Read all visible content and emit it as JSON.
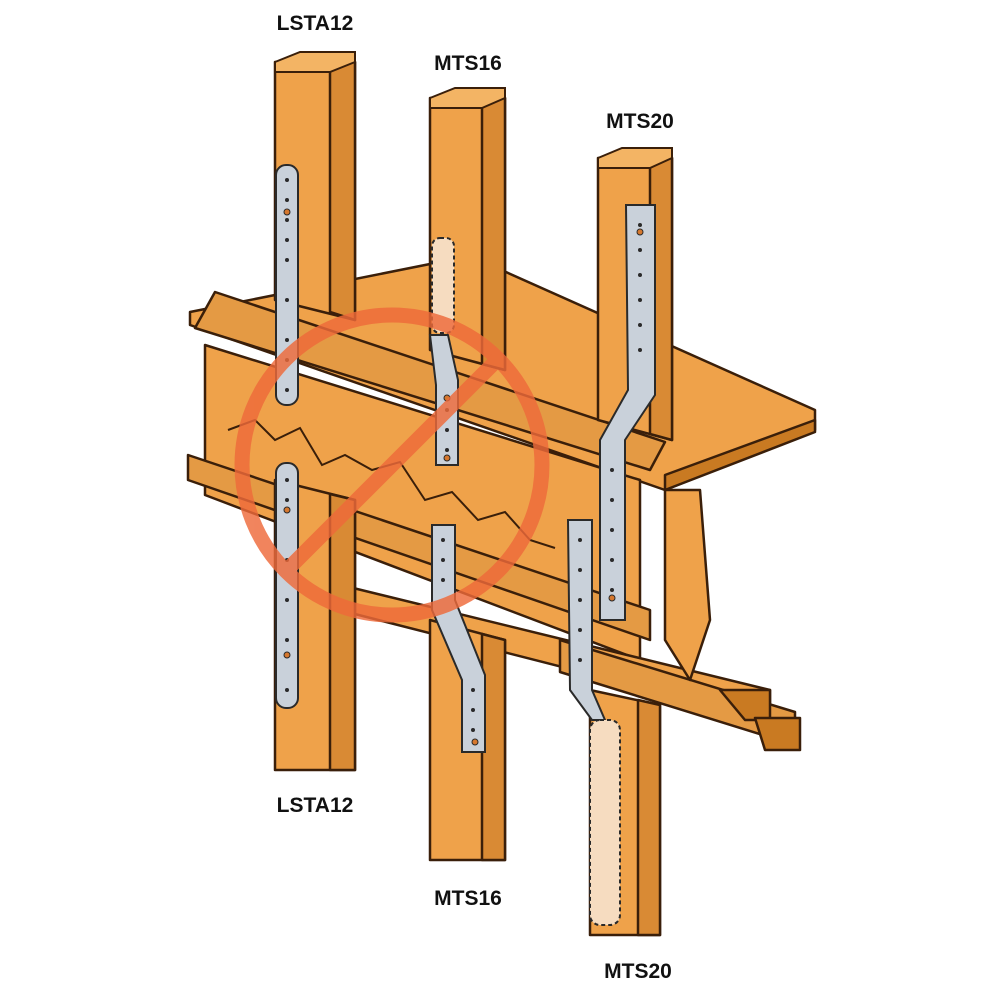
{
  "labels": {
    "lsta12_top": "LSTA12",
    "mts16_top": "MTS16",
    "mts20_top": "MTS20",
    "lsta12_bottom": "LSTA12",
    "mts16_bottom": "MTS16",
    "mts20_bottom": "MTS20"
  },
  "colors": {
    "wood": "#EFA24A",
    "wood_dark": "#C97A22",
    "wood_edge": "#3A1F0A",
    "strap_steel": "#C9D1DA",
    "strap_hidden": "#F6DCC0",
    "prohibition": "#EE6A3A"
  },
  "symbols": [
    "prohibition-sign"
  ]
}
